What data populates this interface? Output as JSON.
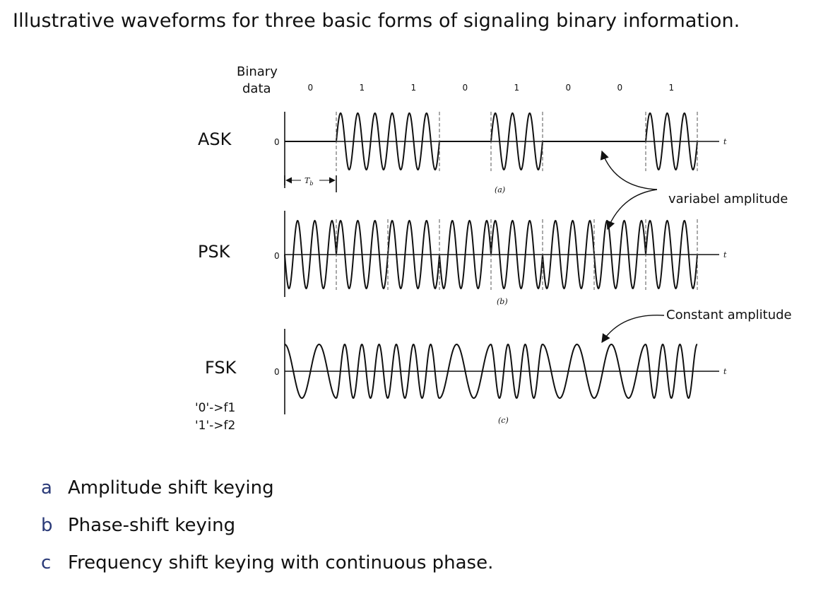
{
  "title": "Illustrative waveforms for three basic forms of signaling binary information.",
  "header": {
    "line1": "Binary",
    "line2": "data"
  },
  "bits": [
    "0",
    "1",
    "1",
    "0",
    "1",
    "0",
    "0",
    "1"
  ],
  "rows": [
    {
      "label": "ASK",
      "zero": "0",
      "t": "t",
      "sub": "(a)"
    },
    {
      "label": "PSK",
      "zero": "0",
      "t": "t",
      "sub": "(b)"
    },
    {
      "label": "FSK",
      "zero": "0",
      "t": "t",
      "sub": "(c)"
    }
  ],
  "period_label": "T",
  "period_sub": "b",
  "fsk_mapping": [
    "'0'->f1",
    "'1'->f2"
  ],
  "annotations": {
    "variable": "variabel amplitude",
    "constant": "Constant amplitude"
  },
  "captions": [
    {
      "letter": "a",
      "text": "Amplitude shift keying"
    },
    {
      "letter": "b",
      "text": "Phase-shift keying"
    },
    {
      "letter": "c",
      "text": "Frequency shift keying with continuous phase."
    }
  ]
}
